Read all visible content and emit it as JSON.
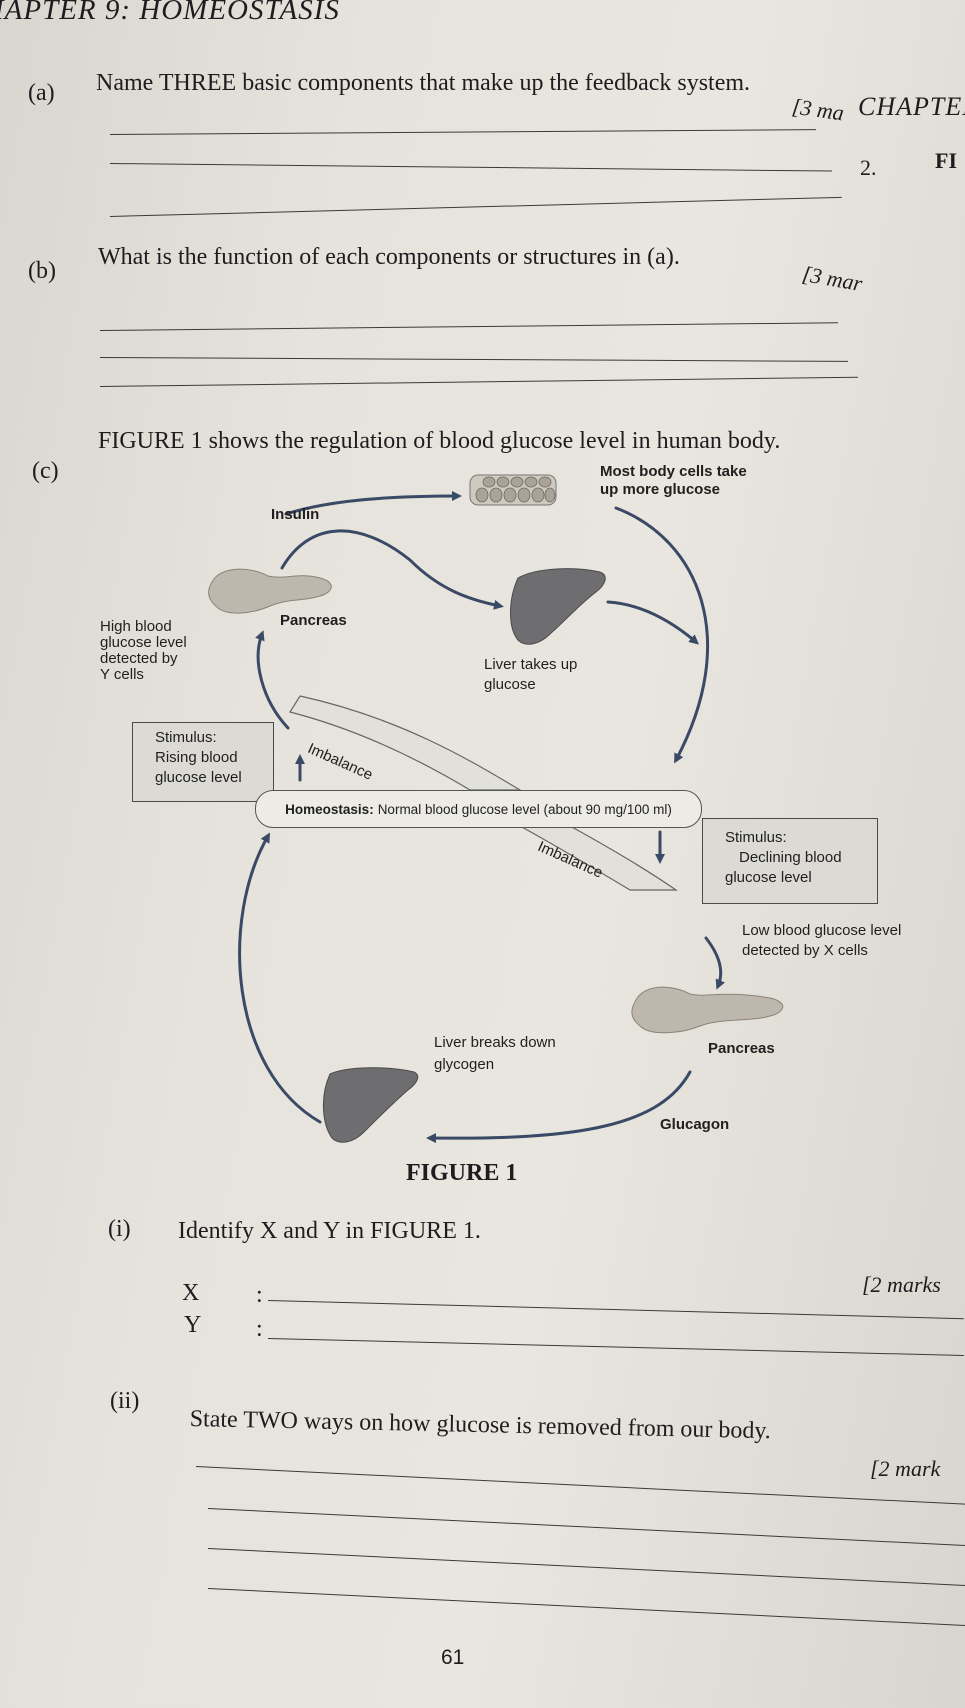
{
  "header": {
    "chapter_title": "IAPTER 9: HOMEOSTASIS"
  },
  "side_page": {
    "chapter": "CHAPTEI",
    "number": "2.",
    "label": "FI"
  },
  "question_a": {
    "label": "(a)",
    "text": "Name THREE basic components that make up the feedback system.",
    "marks": "[3 ma"
  },
  "question_b": {
    "label": "(b)",
    "text": "What is the function of each components or structures in (a).",
    "marks": "[3 mar"
  },
  "question_c": {
    "label": "(c)",
    "text": "FIGURE 1 shows the regulation of blood glucose level in human body."
  },
  "figure": {
    "cells_label": [
      "Most body cells take",
      "up more glucose"
    ],
    "insulin": "Insulin",
    "high_blood": [
      "High blood",
      "glucose level",
      "detected by",
      "Y cells"
    ],
    "pancreas_top": "Pancreas",
    "liver_takes_up": [
      "Liver takes up",
      "glucose"
    ],
    "stimulus_rising": [
      "Stimulus:",
      "Rising blood",
      "glucose level"
    ],
    "imbalance_top": "Imbalance",
    "homeostasis_bold": "Homeostasis:",
    "homeostasis_text": "Normal blood glucose level (about 90 mg/100 ml)",
    "imbalance_bottom": "Imbalance",
    "stimulus_declining": [
      "Stimulus:",
      "Declining blood",
      "glucose level"
    ],
    "low_blood": [
      "Low blood glucose level",
      "detected by X cells"
    ],
    "liver_breaks": [
      "Liver breaks down",
      "glycogen"
    ],
    "pancreas_bottom": "Pancreas",
    "glucagon": "Glucagon",
    "caption": "FIGURE 1"
  },
  "question_c_i": {
    "label": "(i)",
    "text": "Identify X and Y in FIGURE 1.",
    "marks": "[2 marks",
    "x_label": "X",
    "y_label": "Y",
    "colon": ":"
  },
  "question_c_ii": {
    "label": "(ii)",
    "text": "State TWO ways on how glucose is removed from our body.",
    "marks": "[2 mark"
  },
  "footer": {
    "page_number": "61"
  }
}
